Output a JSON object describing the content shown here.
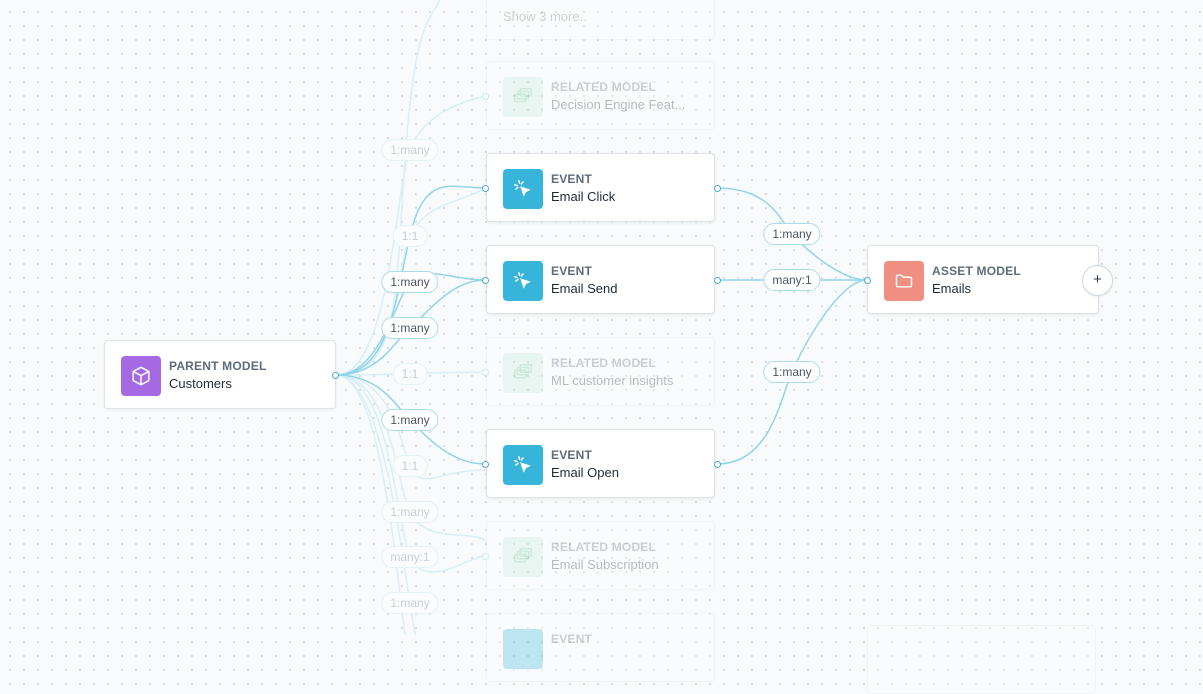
{
  "colors": {
    "edge": "#90d5ec",
    "edge_faint": "#d9eff6",
    "parent_icon": "#a569e4",
    "event_icon": "#36b4da",
    "asset_icon": "#ef8f82",
    "related_icon": "#c8ecd8"
  },
  "nodes": {
    "show_more": {
      "text": "Show 3 more.."
    },
    "related_decision": {
      "kind": "RELATED MODEL",
      "name": "Decision Engine Feat...",
      "icon": "layers-icon"
    },
    "event_click": {
      "kind": "EVENT",
      "name": "Email Click",
      "icon": "cursor-click-icon"
    },
    "event_send": {
      "kind": "EVENT",
      "name": "Email Send",
      "icon": "cursor-click-icon"
    },
    "parent": {
      "kind": "PARENT MODEL",
      "name": "Customers",
      "icon": "cube-icon"
    },
    "related_ml": {
      "kind": "RELATED MODEL",
      "name": "ML customer insights",
      "icon": "layers-icon"
    },
    "event_open": {
      "kind": "EVENT",
      "name": "Email Open",
      "icon": "cursor-click-icon"
    },
    "related_subscription": {
      "kind": "RELATED MODEL",
      "name": "Email Subscription",
      "icon": "layers-icon"
    },
    "event_bottom": {
      "kind": "EVENT",
      "name": "",
      "icon": "cursor-click-icon"
    },
    "asset": {
      "kind": "ASSET MODEL",
      "name": "Emails",
      "icon": "folder-icon",
      "add_label": "+"
    }
  },
  "relationships": {
    "parent_decision": "1:many",
    "parent_hidden_1": "1:1",
    "parent_click": "1:many",
    "parent_send": "1:many",
    "parent_ml": "1:1",
    "parent_open": "1:many",
    "parent_hidden_2": "1:1",
    "parent_hidden_3": "1:many",
    "parent_subscription": "many:1",
    "parent_hidden_4": "1:many",
    "click_asset": "1:many",
    "send_asset": "many:1",
    "open_asset": "1:many"
  }
}
